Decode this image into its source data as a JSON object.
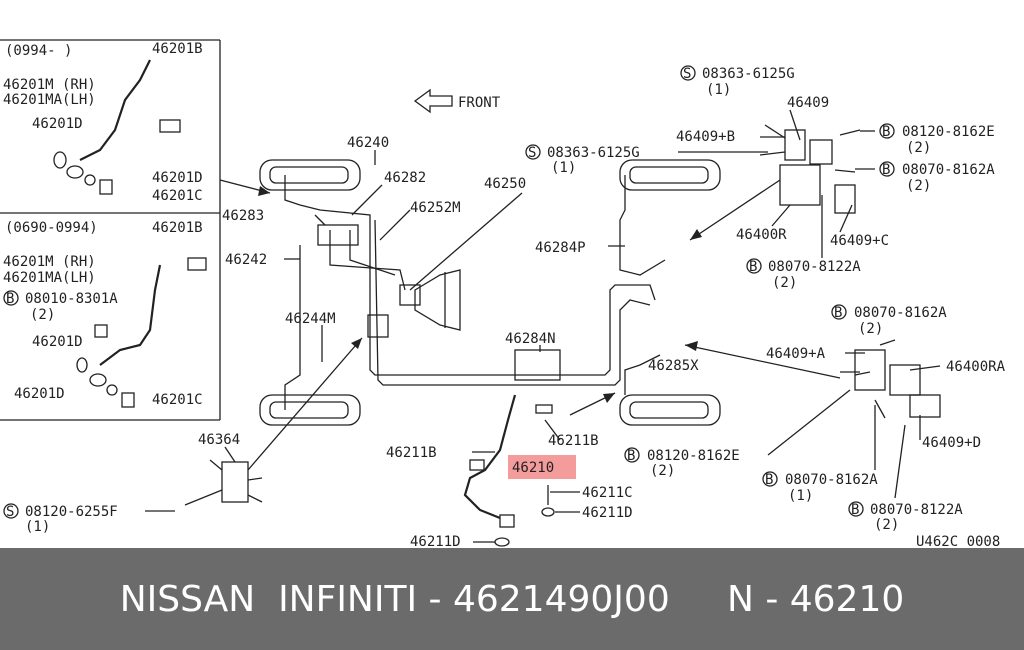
{
  "diagram": {
    "front_label": "FRONT",
    "code": "U462C 0008",
    "inset1": {
      "range": "(0994-    )",
      "p1": "46201B",
      "p2a": "46201M (RH)",
      "p2b": "46201MA(LH)",
      "p3": "46201D",
      "p4": "46201D",
      "p5": "46201C"
    },
    "inset2": {
      "range": "(0690-0994)",
      "p1": "46201B",
      "p2a": "46201M (RH)",
      "p2b": "46201MA(LH)",
      "bolt_num": "08010-8301A",
      "bolt_qty": "(2)",
      "p3": "46201D",
      "p4": "46201D",
      "p5": "46201C"
    },
    "center": {
      "n46240": "46240",
      "n46282": "46282",
      "n46250": "46250",
      "n46283": "46283",
      "n46252M": "46252M",
      "n46242": "46242",
      "n46244M": "46244M",
      "n46284N": "46284N",
      "n46284P": "46284P",
      "n46285X": "46285X",
      "n46364": "46364",
      "bolt_f_num": "08120-6255F",
      "bolt_f_qty": "(1)"
    },
    "hose": {
      "n46211B_a": "46211B",
      "n46211B_b": "46211B",
      "n46210": "46210",
      "n46211C": "46211C",
      "n46211D_a": "46211D",
      "n46211D_b": "46211D"
    },
    "right_upper": {
      "s1_num": "08363-6125G",
      "s1_qty": "(1)",
      "s2_num": "08363-6125G",
      "s2_qty": "(1)",
      "n46409": "46409",
      "n46409B": "46409+B",
      "b1_num": "08120-8162E",
      "b1_qty": "(2)",
      "b2_num": "08070-8162A",
      "b2_qty": "(2)",
      "n46400R": "46400R",
      "n46409C": "46409+C",
      "b3_num": "08070-8122A",
      "b3_qty": "(2)"
    },
    "right_lower": {
      "b1_num": "08070-8162A",
      "b1_qty": "(2)",
      "n46409A": "46409+A",
      "n46400RA": "46400RA",
      "n46409D": "46409+D",
      "b2_num": "08120-8162E",
      "b2_qty": "(2)",
      "b3_num": "08070-8162A",
      "b3_qty": "(1)",
      "b4_num": "08070-8122A",
      "b4_qty": "(2)"
    }
  },
  "footer": {
    "text": "NISSAN  INFINITI - 4621490J00     N - 46210"
  }
}
